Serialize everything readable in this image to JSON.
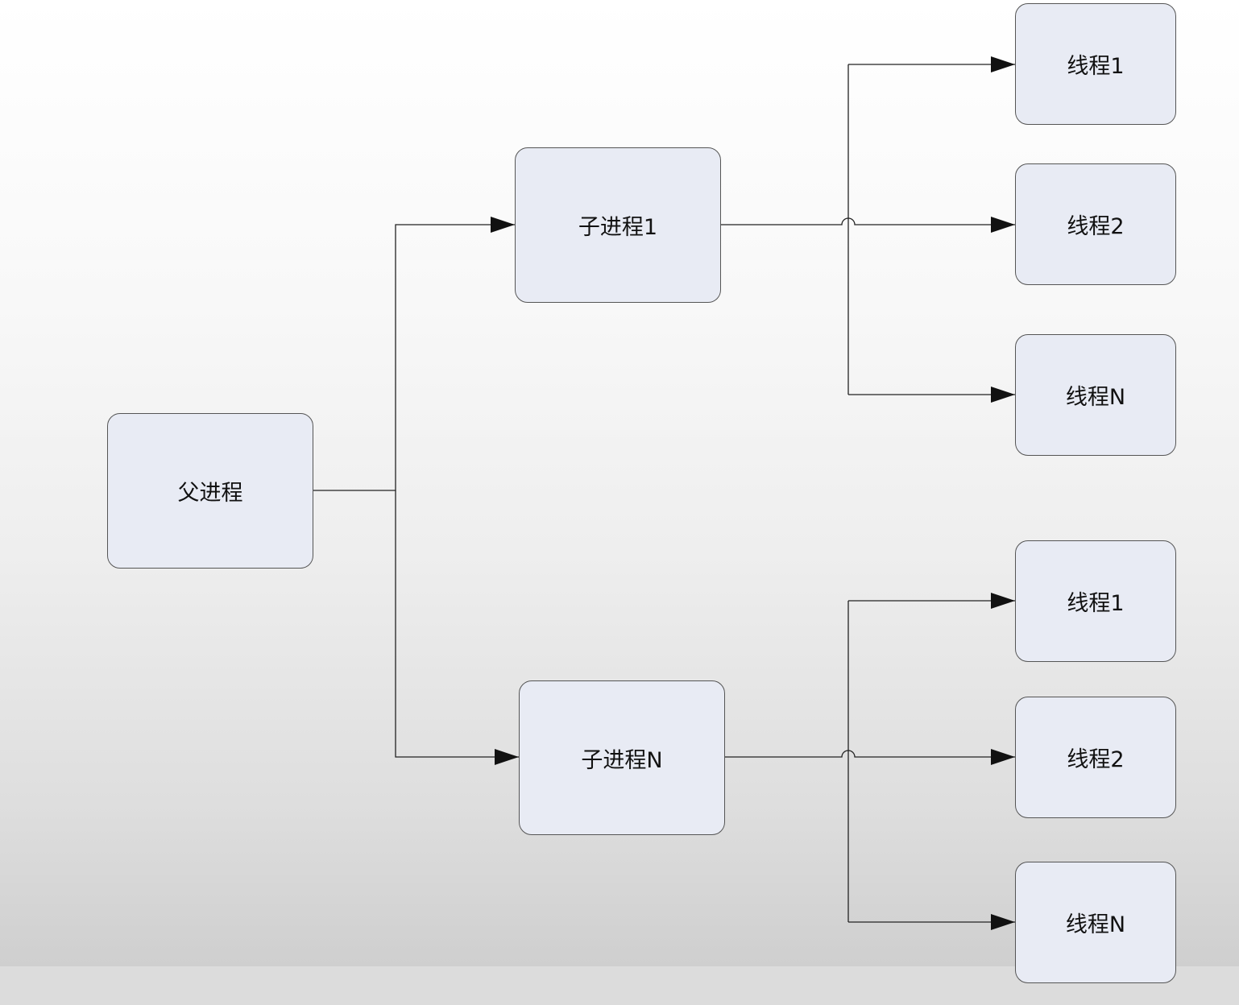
{
  "diagram": {
    "parent": {
      "label": "父进程"
    },
    "children": [
      {
        "label": "子进程1",
        "threads": [
          "线程1",
          "线程2",
          "线程N"
        ]
      },
      {
        "label": "子进程N",
        "threads": [
          "线程1",
          "线程2",
          "线程N"
        ]
      }
    ]
  },
  "colors": {
    "node_fill": "#e8ebf4",
    "node_border": "#555555",
    "edge": "#222222"
  }
}
